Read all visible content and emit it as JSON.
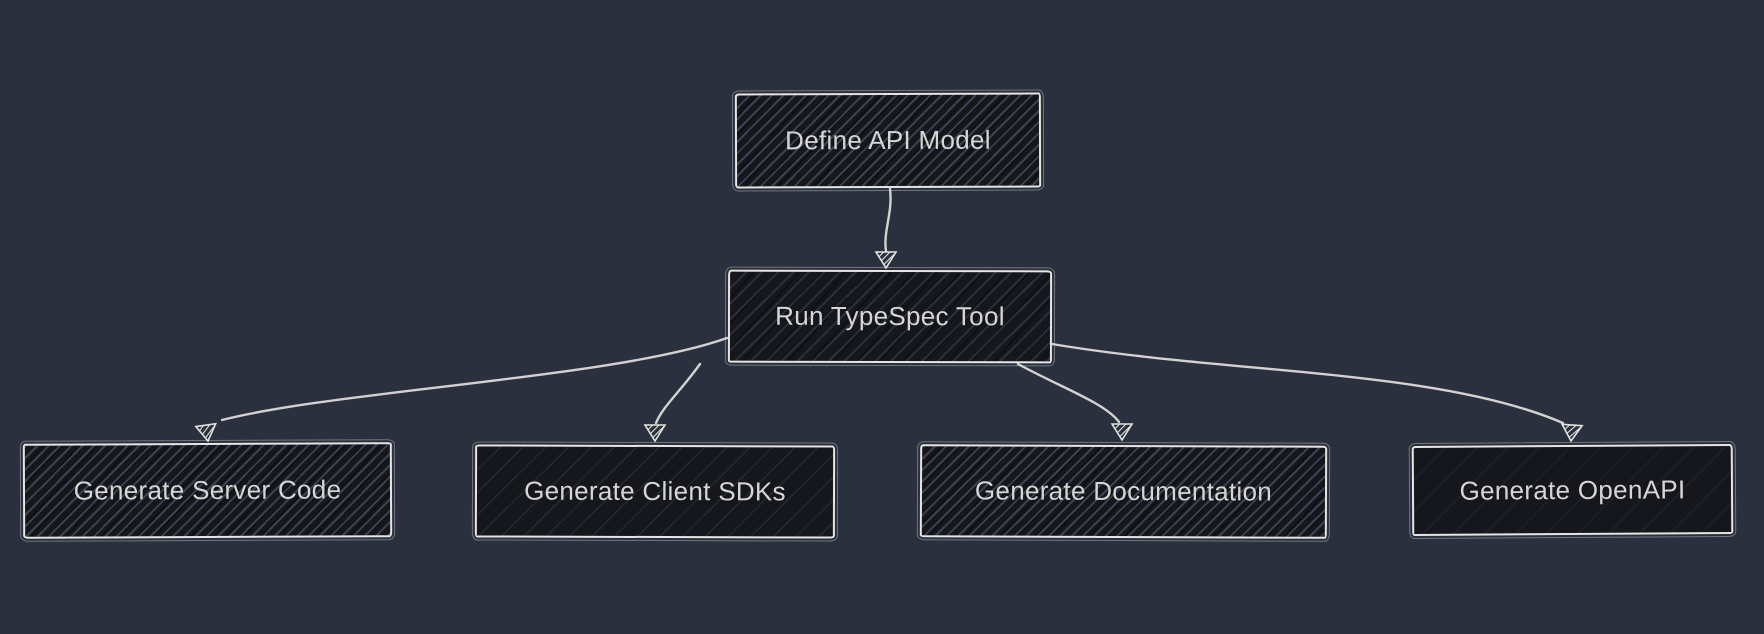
{
  "diagram": {
    "type": "flowchart",
    "direction": "top-down",
    "style": "hand-drawn",
    "colors": {
      "background": "#2a303e",
      "node_fill": "#15171c",
      "node_border": "#e6e5e1",
      "edge_stroke": "#dcdbd8",
      "text": "#d6d6d6",
      "hatch": "#828fb4"
    },
    "nodes": [
      {
        "id": "A",
        "label": "Define API Model"
      },
      {
        "id": "B",
        "label": "Run TypeSpec Tool"
      },
      {
        "id": "C",
        "label": "Generate Server Code"
      },
      {
        "id": "D",
        "label": "Generate Client SDKs"
      },
      {
        "id": "E",
        "label": "Generate Documentation"
      },
      {
        "id": "F",
        "label": "Generate OpenAPI"
      }
    ],
    "edges": [
      {
        "from": "Define API Model",
        "to": "Run TypeSpec Tool"
      },
      {
        "from": "Run TypeSpec Tool",
        "to": "Generate Server Code"
      },
      {
        "from": "Run TypeSpec Tool",
        "to": "Generate Client SDKs"
      },
      {
        "from": "Run TypeSpec Tool",
        "to": "Generate Documentation"
      },
      {
        "from": "Run TypeSpec Tool",
        "to": "Generate OpenAPI"
      }
    ]
  }
}
